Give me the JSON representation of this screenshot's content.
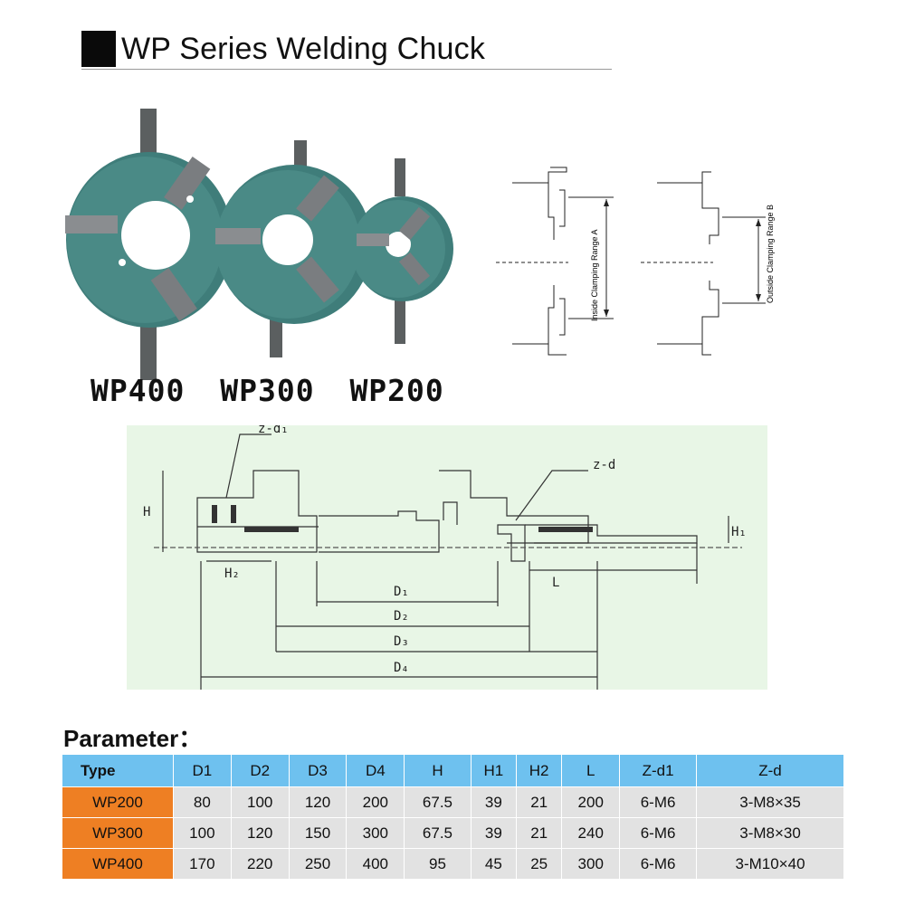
{
  "title": "WP Series Welding Chuck",
  "models": [
    "WP400",
    "WP300",
    "WP200"
  ],
  "clamping": {
    "inside": "Inside Clamping Range A",
    "outside": "Outside Clamping Range B"
  },
  "drawing": {
    "labels": {
      "zd1": "z-d₁",
      "zd": "z-d",
      "H": "H",
      "H1": "H₁",
      "H2": "H₂",
      "L": "L",
      "D1": "D₁",
      "D2": "D₂",
      "D3": "D₃",
      "D4": "D₄"
    }
  },
  "parameter_title": "Parameter：",
  "table": {
    "headers": [
      "Type",
      "D1",
      "D2",
      "D3",
      "D4",
      "H",
      "H1",
      "H2",
      "L",
      "Z-d1",
      "Z-d"
    ],
    "rows": [
      [
        "WP200",
        "80",
        "100",
        "120",
        "200",
        "67.5",
        "39",
        "21",
        "200",
        "6-M6",
        "3-M8×35"
      ],
      [
        "WP300",
        "100",
        "120",
        "150",
        "300",
        "67.5",
        "39",
        "21",
        "240",
        "6-M6",
        "3-M8×30"
      ],
      [
        "WP400",
        "170",
        "220",
        "250",
        "400",
        "95",
        "45",
        "25",
        "300",
        "6-M6",
        "3-M10×40"
      ]
    ]
  },
  "colors": {
    "header_bg": "#6ec1ef",
    "type_bg": "#ee7f23",
    "cell_bg": "#e2e2e2",
    "chuck_body": "#3f7d7a",
    "drawing_bg": "#e8f6e6"
  }
}
